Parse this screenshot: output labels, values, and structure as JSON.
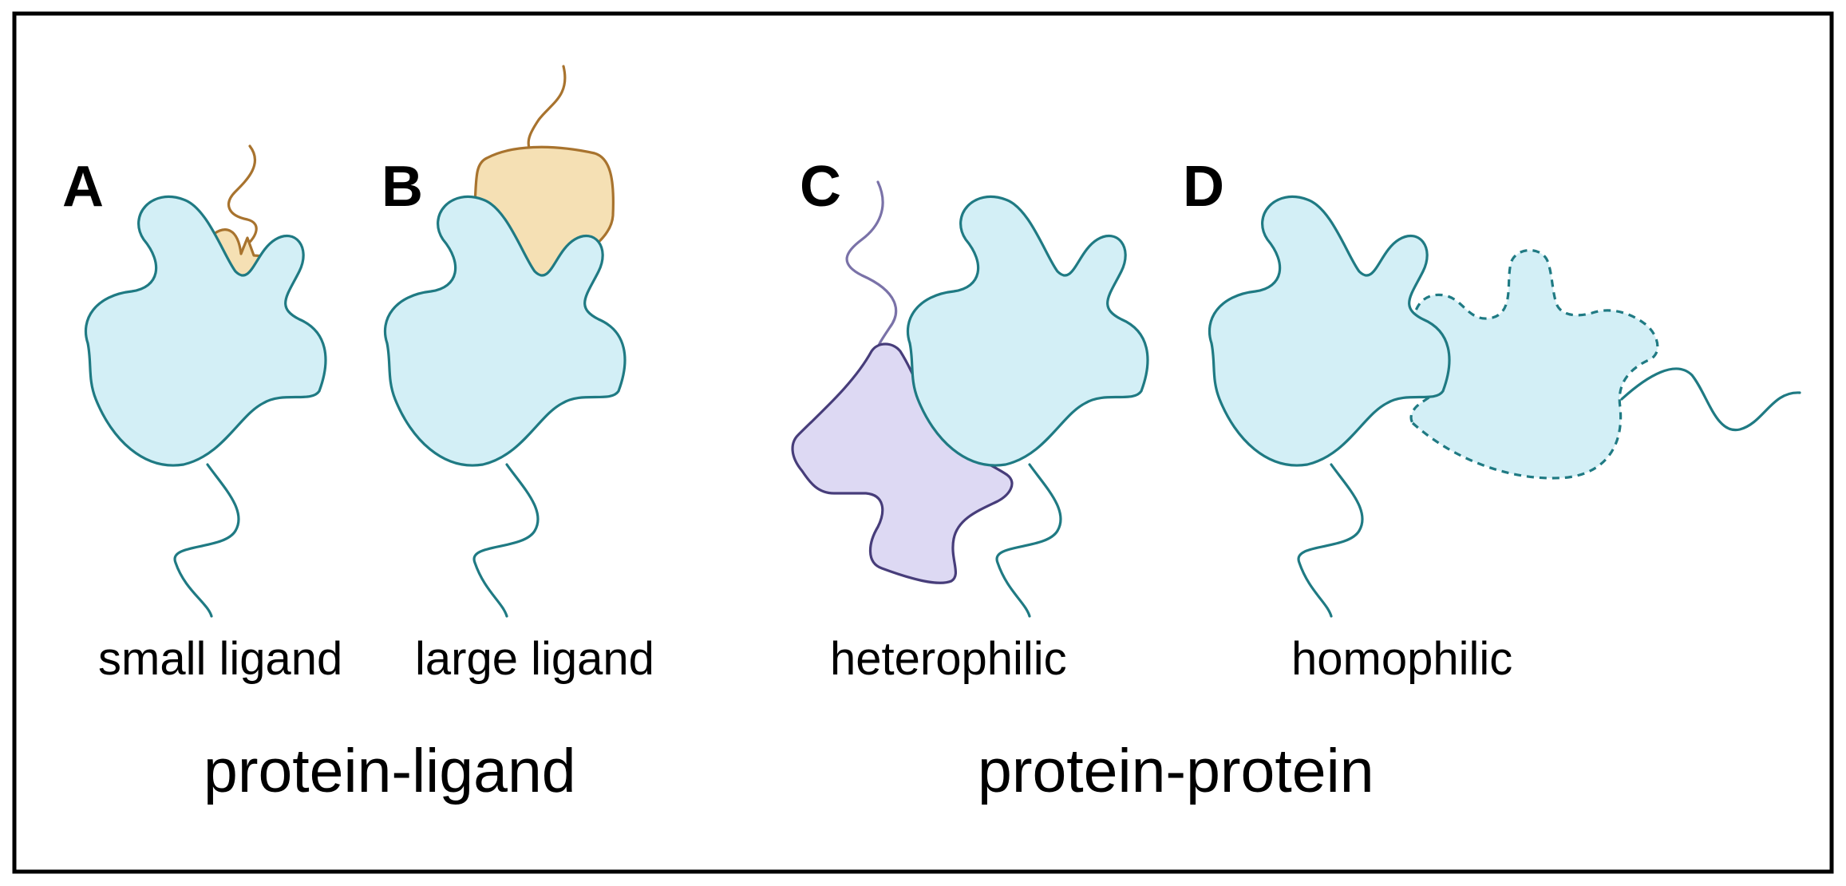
{
  "colors": {
    "receptor_fill": "#d3eff6",
    "receptor_stroke": "#1f7a83",
    "ligand_fill": "#f5e0b4",
    "ligand_stroke": "#a8732e",
    "partner_fill": "#ddd9f3",
    "partner_stroke": "#473d7a",
    "frame": "#000000"
  },
  "panels": [
    {
      "letter": "A",
      "label": "small ligand"
    },
    {
      "letter": "B",
      "label": "large ligand"
    },
    {
      "letter": "C",
      "label": "heterophilic"
    },
    {
      "letter": "D",
      "label": "homophilic"
    }
  ],
  "groups": [
    {
      "label": "protein-ligand"
    },
    {
      "label": "protein-protein"
    }
  ]
}
